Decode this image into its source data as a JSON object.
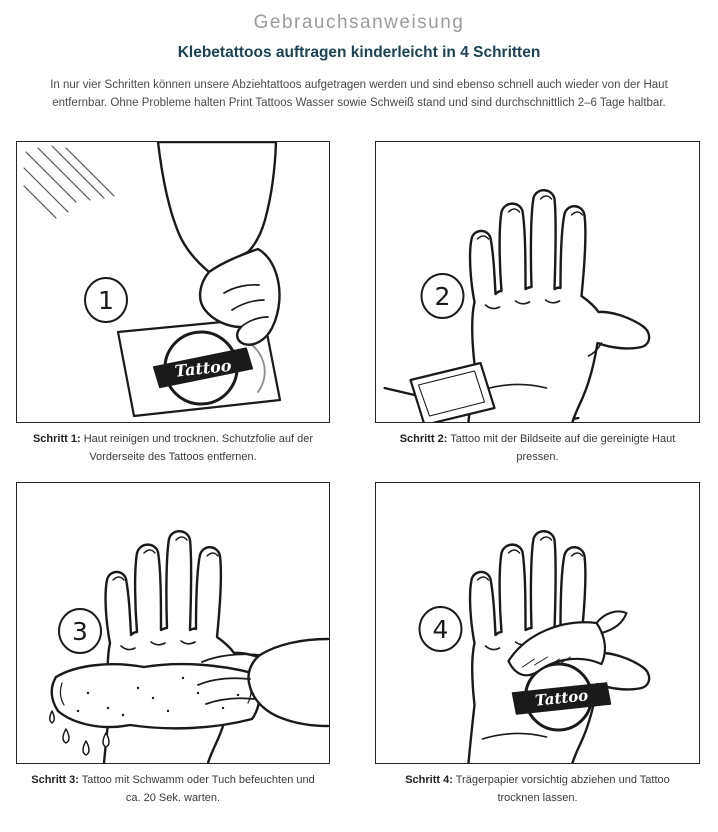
{
  "header": {
    "title": "Gebrauchsanweisung",
    "subtitle": "Klebetattoos auftragen kinderleicht in 4 Schritten",
    "intro": "In nur vier Schritten können unsere Abziehtattoos aufgetragen werden und sind ebenso schnell auch wieder von der Haut entfernbar. Ohne Probleme halten Print Tattoos Wasser sowie Schweiß stand und sind durchschnittlich 2–6 Tage haltbar."
  },
  "brand": {
    "logo_text": "Tattoo"
  },
  "colors": {
    "title_gray": "#9b9b9b",
    "heading_blue": "#1c4355",
    "body_text": "#4a4a4a",
    "line_art": "#1a1a1a"
  },
  "steps": [
    {
      "number": "1",
      "label": "Schritt 1:",
      "caption": "Haut reinigen und trocknen. Schutzfolie auf der Vorderseite des Tattoos entfernen."
    },
    {
      "number": "2",
      "label": "Schritt 2:",
      "caption": "Tattoo mit der Bildseite auf die gereinigte Haut pressen."
    },
    {
      "number": "3",
      "label": "Schritt 3:",
      "caption": "Tattoo mit Schwamm oder Tuch befeuchten und ca. 20 Sek. warten."
    },
    {
      "number": "4",
      "label": "Schritt 4:",
      "caption": "Trägerpapier vorsichtig abziehen und Tattoo trocknen lassen."
    }
  ]
}
